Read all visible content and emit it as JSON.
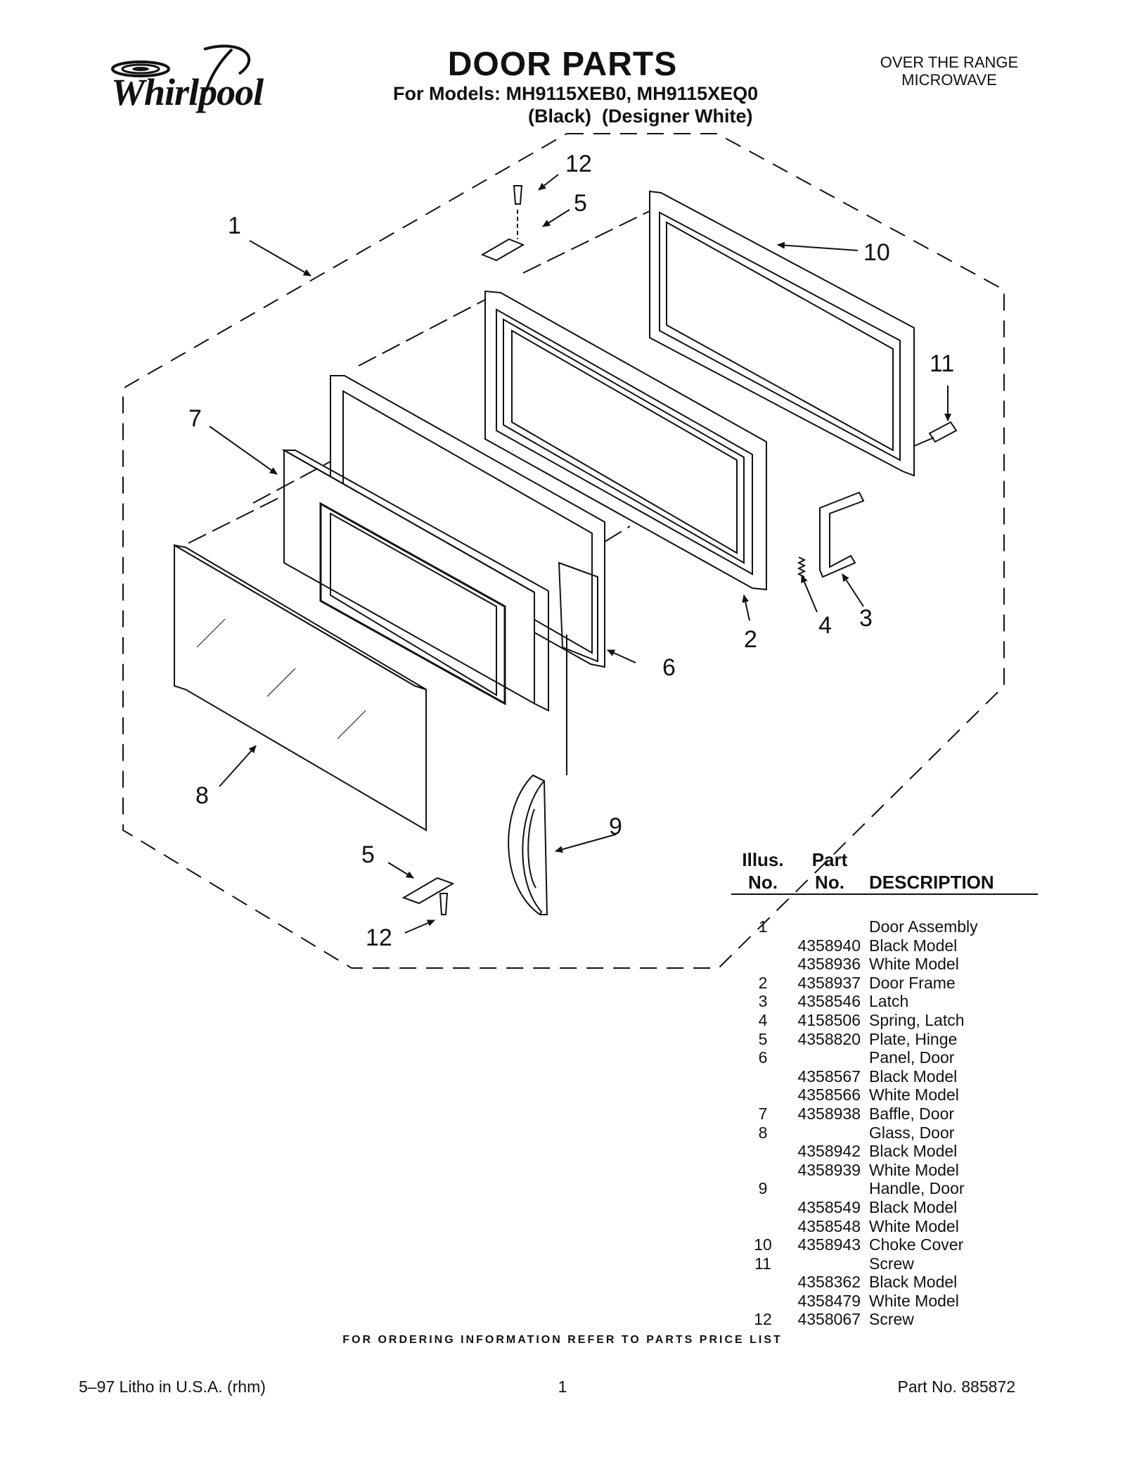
{
  "header": {
    "brand": "Whirlpool",
    "title": "DOOR PARTS",
    "models": "For Models: MH9115XEB0, MH9115XEQ0",
    "variants": "(Black)  (Designer White)",
    "product_line1": "OVER THE RANGE",
    "product_line2": "MICROWAVE"
  },
  "diagram": {
    "callouts": [
      "1",
      "12",
      "5",
      "10",
      "11",
      "7",
      "2",
      "4",
      "3",
      "6",
      "8",
      "9",
      "5",
      "12"
    ]
  },
  "table": {
    "col_illus_line1": "Illus.",
    "col_illus_line2": "No.",
    "col_part_line1": "Part",
    "col_part_line2": "No.",
    "col_description": "DESCRIPTION",
    "rows": [
      {
        "illus": "1",
        "part": "",
        "desc": "Door Assembly"
      },
      {
        "illus": "",
        "part": "4358940",
        "desc": "Black Model"
      },
      {
        "illus": "",
        "part": "4358936",
        "desc": "White Model"
      },
      {
        "illus": "2",
        "part": "4358937",
        "desc": "Door Frame"
      },
      {
        "illus": "3",
        "part": "4358546",
        "desc": "Latch"
      },
      {
        "illus": "4",
        "part": "4158506",
        "desc": "Spring, Latch"
      },
      {
        "illus": "5",
        "part": "4358820",
        "desc": "Plate, Hinge"
      },
      {
        "illus": "6",
        "part": "",
        "desc": "Panel, Door"
      },
      {
        "illus": "",
        "part": "4358567",
        "desc": "Black Model"
      },
      {
        "illus": "",
        "part": "4358566",
        "desc": "White Model"
      },
      {
        "illus": "7",
        "part": "4358938",
        "desc": "Baffle, Door"
      },
      {
        "illus": "8",
        "part": "",
        "desc": "Glass, Door"
      },
      {
        "illus": "",
        "part": "4358942",
        "desc": "Black Model"
      },
      {
        "illus": "",
        "part": "4358939",
        "desc": "White Model"
      },
      {
        "illus": "9",
        "part": "",
        "desc": "Handle, Door"
      },
      {
        "illus": "",
        "part": "4358549",
        "desc": "Black Model"
      },
      {
        "illus": "",
        "part": "4358548",
        "desc": "White Model"
      },
      {
        "illus": "10",
        "part": "4358943",
        "desc": "Choke Cover"
      },
      {
        "illus": "11",
        "part": "",
        "desc": "Screw"
      },
      {
        "illus": "",
        "part": "4358362",
        "desc": "Black Model"
      },
      {
        "illus": "",
        "part": "4358479",
        "desc": "White Model"
      },
      {
        "illus": "12",
        "part": "4358067",
        "desc": "Screw"
      }
    ]
  },
  "footer": {
    "ordering_note": "FOR ORDERING INFORMATION REFER TO PARTS PRICE LIST",
    "litho": "5–97 Litho in U.S.A. (rhm)",
    "page_number": "1",
    "part_number": "Part No. 885872"
  }
}
